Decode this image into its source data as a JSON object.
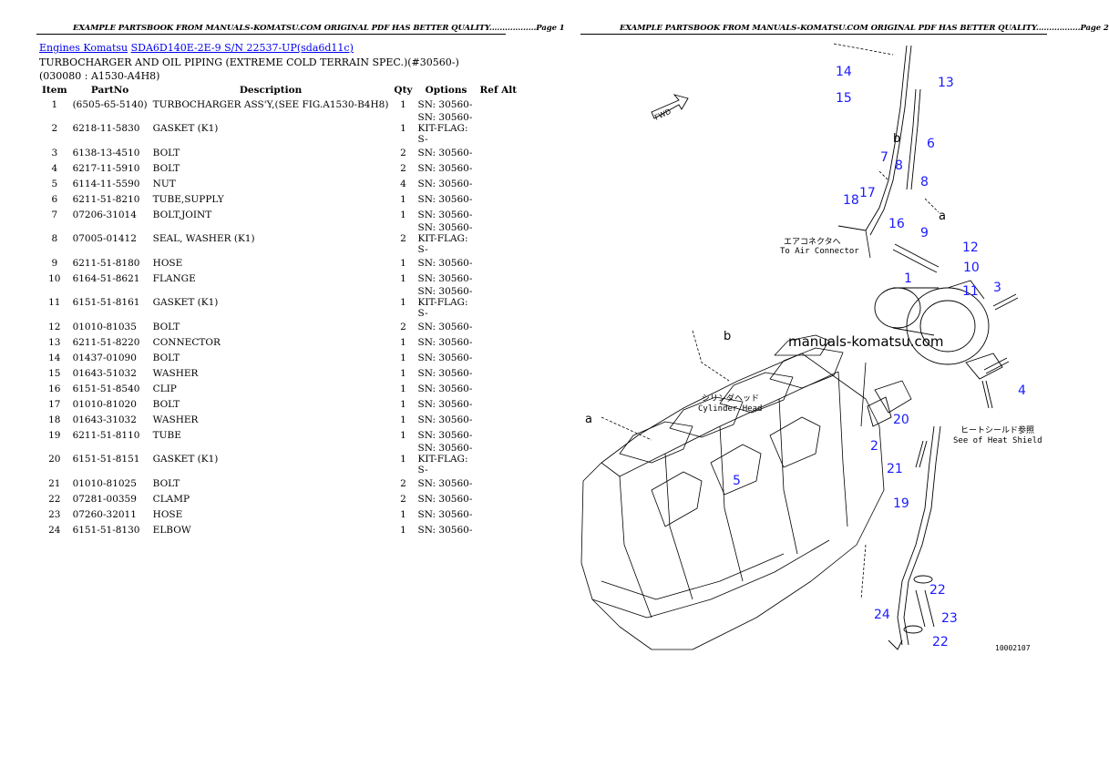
{
  "page1": {
    "header": "EXAMPLE PARTSBOOK FROM MANUALS-KOMATSU.COM ORIGINAL PDF HAS BETTER QUALITY..................Page 1",
    "breadcrumb": {
      "link1": "Engines Komatsu",
      "link2": "SDA6D140E-2E-9 S/N 22537-UP(sda6d11c)"
    },
    "title": "TURBOCHARGER AND OIL PIPING (EXTREME COLD TERRAIN SPEC.)(#30560-)(030080 : A1530-A4H8)",
    "columns": [
      "Item",
      "PartNo",
      "Description",
      "Qty",
      "Options",
      "Ref Alt"
    ],
    "rows": [
      {
        "item": "1",
        "partno": "(6505-65-5140)",
        "desc": "TURBOCHARGER ASS'Y,(SEE FIG.A1530-B4H8)",
        "qty": "1",
        "options": "SN: 30560-"
      },
      {
        "item": "2",
        "partno": "6218-11-5830",
        "desc": "GASKET (K1)",
        "qty": "1",
        "options": "SN: 30560-KIT-FLAG: S-"
      },
      {
        "item": "3",
        "partno": "6138-13-4510",
        "desc": "BOLT",
        "qty": "2",
        "options": "SN: 30560-"
      },
      {
        "item": "4",
        "partno": "6217-11-5910",
        "desc": "BOLT",
        "qty": "2",
        "options": "SN: 30560-"
      },
      {
        "item": "5",
        "partno": "6114-11-5590",
        "desc": "NUT",
        "qty": "4",
        "options": "SN: 30560-"
      },
      {
        "item": "6",
        "partno": "6211-51-8210",
        "desc": "TUBE,SUPPLY",
        "qty": "1",
        "options": "SN: 30560-"
      },
      {
        "item": "7",
        "partno": "07206-31014",
        "desc": "BOLT,JOINT",
        "qty": "1",
        "options": "SN: 30560-"
      },
      {
        "item": "8",
        "partno": "07005-01412",
        "desc": "SEAL, WASHER (K1)",
        "qty": "2",
        "options": "SN: 30560-KIT-FLAG: S-"
      },
      {
        "item": "9",
        "partno": "6211-51-8180",
        "desc": "HOSE",
        "qty": "1",
        "options": "SN: 30560-"
      },
      {
        "item": "10",
        "partno": "6164-51-8621",
        "desc": "FLANGE",
        "qty": "1",
        "options": "SN: 30560-"
      },
      {
        "item": "11",
        "partno": "6151-51-8161",
        "desc": "GASKET (K1)",
        "qty": "1",
        "options": "SN: 30560-KIT-FLAG: S-"
      },
      {
        "item": "12",
        "partno": "01010-81035",
        "desc": "BOLT",
        "qty": "2",
        "options": "SN: 30560-"
      },
      {
        "item": "13",
        "partno": "6211-51-8220",
        "desc": "CONNECTOR",
        "qty": "1",
        "options": "SN: 30560-"
      },
      {
        "item": "14",
        "partno": "01437-01090",
        "desc": "BOLT",
        "qty": "1",
        "options": "SN: 30560-"
      },
      {
        "item": "15",
        "partno": "01643-51032",
        "desc": "WASHER",
        "qty": "1",
        "options": "SN: 30560-"
      },
      {
        "item": "16",
        "partno": "6151-51-8540",
        "desc": "CLIP",
        "qty": "1",
        "options": "SN: 30560-"
      },
      {
        "item": "17",
        "partno": "01010-81020",
        "desc": "BOLT",
        "qty": "1",
        "options": "SN: 30560-"
      },
      {
        "item": "18",
        "partno": "01643-31032",
        "desc": "WASHER",
        "qty": "1",
        "options": "SN: 30560-"
      },
      {
        "item": "19",
        "partno": "6211-51-8110",
        "desc": "TUBE",
        "qty": "1",
        "options": "SN: 30560-"
      },
      {
        "item": "20",
        "partno": "6151-51-8151",
        "desc": "GASKET (K1)",
        "qty": "1",
        "options": "SN: 30560-KIT-FLAG: S-"
      },
      {
        "item": "21",
        "partno": "01010-81025",
        "desc": "BOLT",
        "qty": "2",
        "options": "SN: 30560-"
      },
      {
        "item": "22",
        "partno": "07281-00359",
        "desc": "CLAMP",
        "qty": "2",
        "options": "SN: 30560-"
      },
      {
        "item": "23",
        "partno": "07260-32011",
        "desc": "HOSE",
        "qty": "1",
        "options": "SN: 30560-"
      },
      {
        "item": "24",
        "partno": "6151-51-8130",
        "desc": "ELBOW",
        "qty": "1",
        "options": "SN: 30560-"
      }
    ]
  },
  "page2": {
    "header": "EXAMPLE PARTSBOOK FROM MANUALS-KOMATSU.COM ORIGINAL PDF HAS BETTER QUALITY.................Page 2",
    "watermark": "manuals-komatsu.com",
    "fwd_label": "FWD",
    "ann_air_jp": "エアコネクタへ",
    "ann_air_en": "To Air Connector",
    "ann_cyl_jp": "シリンダヘッド",
    "ann_cyl_en": "Cylinder Head",
    "ann_heat_jp": "ヒートシールド参照",
    "ann_heat_en": "See of Heat Shield",
    "ref_letters": [
      "a",
      "b"
    ],
    "drawing_number": "10002107",
    "callout_color": "#1a1aff"
  }
}
